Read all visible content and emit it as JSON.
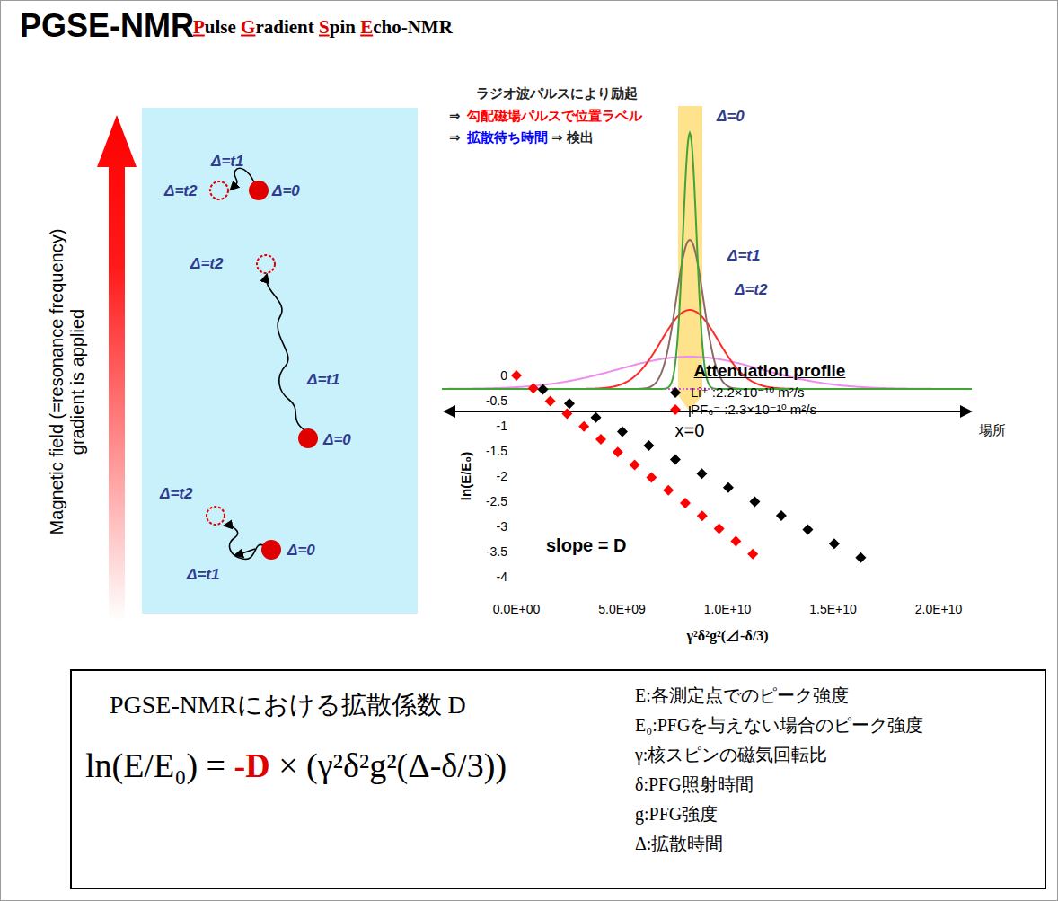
{
  "diagram": {
    "title": "PGSE-NMR",
    "nodes": [
      {
        "text": [
          "Δ=t1",
          "Δ=t2",
          "Δ=0",
          "Δ=t2",
          "Δ=t1",
          "Δ=0",
          "Δ=t2",
          "Δ=0",
          "Δ=t1"
        ]
      },
      {
        "text": [
          "PGSE-NMRにおける拡散係数 D",
          "ln(E/E₀) = ",
          "-D",
          " × (γ²δ²g²(Δ-δ/3))",
          "E:各測定点でのピーク強度",
          "E₀:PFGを与えない場合のピーク強度",
          "γ:核スピンの磁気回転比",
          "δ:PFG照射時間",
          "g:PFG強度",
          "Δ:拡散時間"
        ]
      }
    ],
    "labels": [
      "Pulse Gradient Spin Echo-NMR",
      "ラジオ波パルスにより励起",
      "⇒",
      "勾配磁場パルスで位置ラベル",
      "⇒",
      "拡散待ち時間",
      "⇒ 検出",
      "Δ=0",
      "Δ=t1",
      "Δ=t2",
      "x=0",
      "場所",
      "Magnetic field (=resonance frequency) gradient is applied",
      "Attenuation profile",
      "0",
      "-0.5",
      "-1",
      "-1.5",
      "-2",
      "-2.5",
      "-3",
      "-3.5",
      "-4",
      "0.0E+00",
      "5.0E+09",
      "1.0E+10",
      "1.5E+10",
      "2.0E+10",
      "ln(E/E₀)",
      "slope = D",
      "γ²δ²g²(⊿-δ/3)"
    ],
    "legend": [
      {
        "text": "Li⁺ :2.2×10⁻¹⁰ m²/s"
      },
      {
        "text": "PF₆⁻ :2.3×10⁻¹⁰ m²/s"
      }
    ]
  }
}
